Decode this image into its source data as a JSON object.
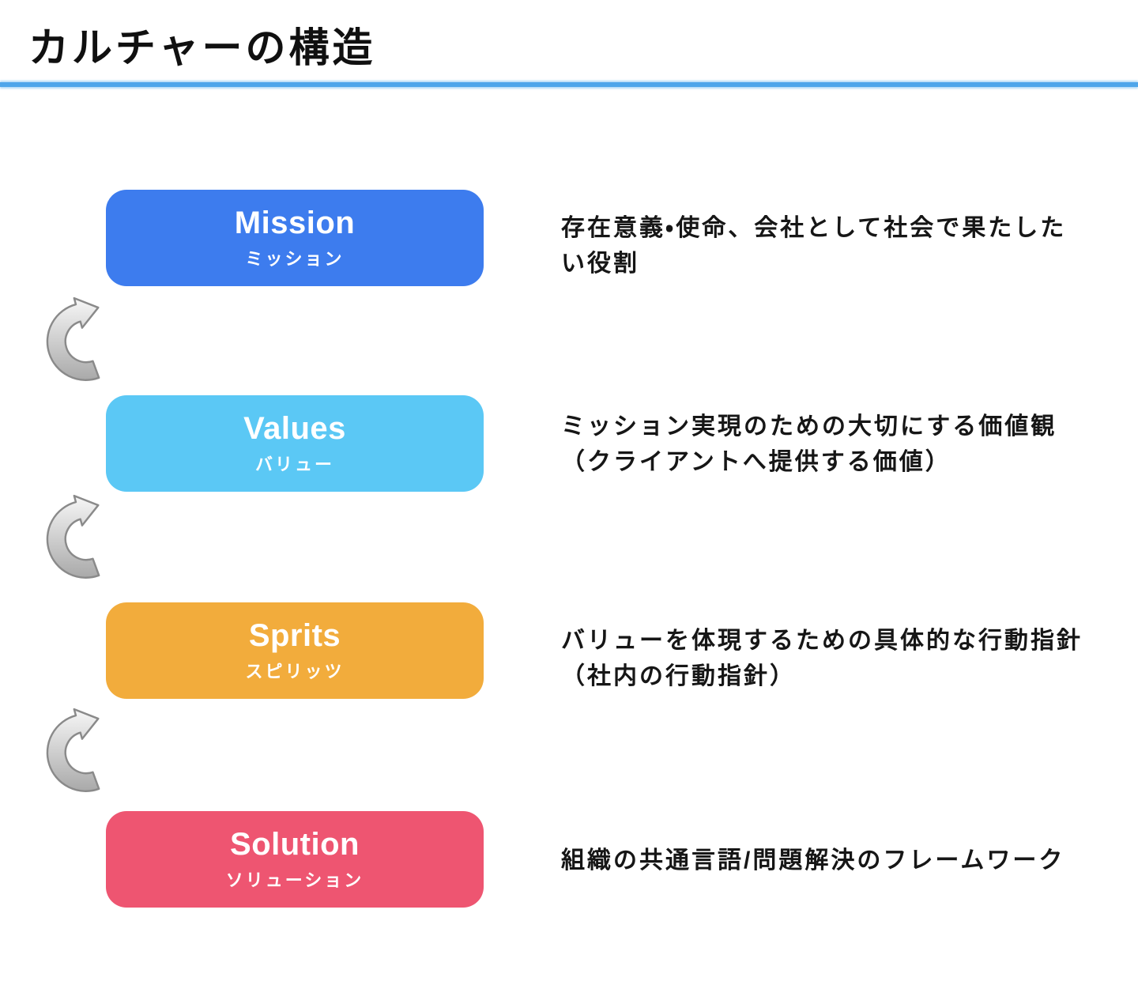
{
  "slide": {
    "title": "カルチャーの構造"
  },
  "colors": {
    "underline": "#4fa6ea",
    "arrow_light": "#f7f7f7",
    "arrow_dark": "#a9a9a9",
    "arrow_stroke": "#8a8a8a"
  },
  "rows": [
    {
      "name": "mission",
      "label": "Mission",
      "label_ja": "ミッション",
      "color": "#3d7cee",
      "description": "存在意義・使命、会社として社会で果たした\nい役割"
    },
    {
      "name": "values",
      "label": "Values",
      "label_ja": "バリュー",
      "color": "#5bc8f5",
      "description": "ミッション実現のための大切にする価値観\n（クライアントへ提供する価値）"
    },
    {
      "name": "sprits",
      "label": "Sprits",
      "label_ja": "スピリッツ",
      "color": "#f2ac3c",
      "description": "バリューを体現するための具体的な行動指針\n（社内の行動指針）"
    },
    {
      "name": "solution",
      "label": "Solution",
      "label_ja": "ソリューション",
      "color": "#ee5571",
      "description": "組織の共通言語/問題解決のフレームワーク"
    }
  ]
}
